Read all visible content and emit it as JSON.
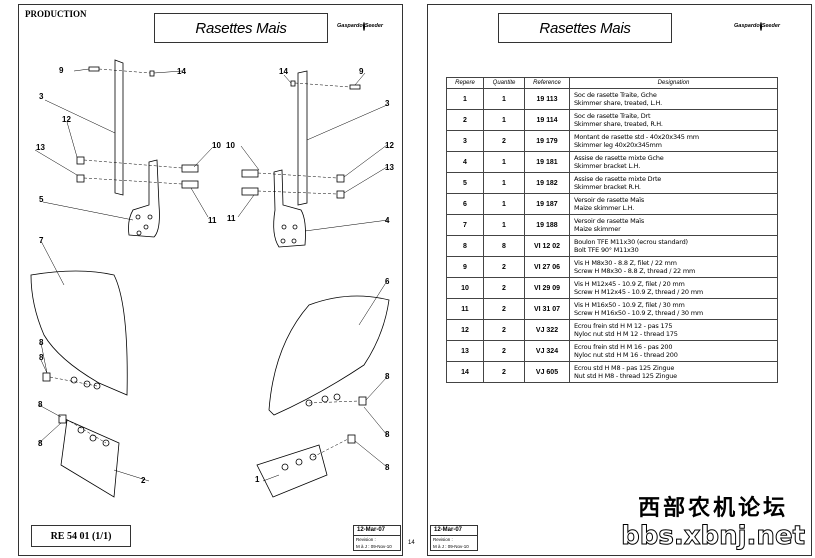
{
  "left": {
    "production": "PRODUCTION",
    "title": "Rasettes Mais",
    "logo_left": "Gaspardo",
    "logo_right": "Seeder",
    "reference": "RE 54 01 (1/1)",
    "date": "12-Mar-07",
    "revision_label": "Revision :",
    "revision_value": "M à J : 09-Nov-10",
    "callouts": [
      "9",
      "14",
      "3",
      "12",
      "13",
      "10",
      "5",
      "11",
      "7",
      "8",
      "8",
      "8",
      "8",
      "2",
      "14",
      "9",
      "3",
      "10",
      "12",
      "13",
      "11",
      "4",
      "6",
      "8",
      "8",
      "8",
      "1"
    ]
  },
  "page_number": "14",
  "right": {
    "title": "Rasettes Mais",
    "logo_left": "Gaspardo",
    "logo_right": "Seeder",
    "date": "12-Mar-07",
    "revision_label": "Revision :",
    "revision_value": "M à J : 09-Nov-10",
    "headers": [
      "Repere",
      "Quantite",
      "Reference",
      "Designation"
    ],
    "rows": [
      {
        "rep": "1",
        "qty": "1",
        "ref": "19 113",
        "d1": "Soc de rasette  Traite, Gche",
        "d2": "Skimmer  share, treated, L.H."
      },
      {
        "rep": "2",
        "qty": "1",
        "ref": "19 114",
        "d1": "Soc de rasette  Traite, Drt",
        "d2": "Skimmer  share, treated, R.H."
      },
      {
        "rep": "3",
        "qty": "2",
        "ref": "19 179",
        "d1": "Montant de rasette std - 40x20x345 mm",
        "d2": "Skimmer leg 40x20x345mm"
      },
      {
        "rep": "4",
        "qty": "1",
        "ref": "19 181",
        "d1": "Assise de rasette mixte Gche",
        "d2": "Skimmer bracket L.H."
      },
      {
        "rep": "5",
        "qty": "1",
        "ref": "19 182",
        "d1": "Assise de rasette mixte Drte",
        "d2": "Skimmer bracket R.H."
      },
      {
        "rep": "6",
        "qty": "1",
        "ref": "19 187",
        "d1": "Versoir de rasette Maïs",
        "d2": "Maize skimmer L.H."
      },
      {
        "rep": "7",
        "qty": "1",
        "ref": "19 188",
        "d1": "Versoir de rasette Maïs",
        "d2": "Maize skimmer"
      },
      {
        "rep": "8",
        "qty": "8",
        "ref": "VI 12 02",
        "d1": "Boulon TFE M11x30  (ecrou standard)",
        "d2": "Bolt TFE 90° M11x30"
      },
      {
        "rep": "9",
        "qty": "2",
        "ref": "VI 27 06",
        "d1": "Vis H  M8x30 - 8.8 Z,  filet / 22 mm",
        "d2": "Screw H  M8x30 - 8.8 Z,  thread / 22 mm"
      },
      {
        "rep": "10",
        "qty": "2",
        "ref": "VI 29 09",
        "d1": "Vis H  M12x45 - 10.9 Z,  filet / 20 mm",
        "d2": "Screw H  M12x45 - 10.9 Z,  thread / 20 mm"
      },
      {
        "rep": "11",
        "qty": "2",
        "ref": "VI 31 07",
        "d1": "Vis H  M16x50 - 10.9 Z,  filet / 30 mm",
        "d2": "Screw H  M16x50 - 10.9 Z,  thread / 30 mm"
      },
      {
        "rep": "12",
        "qty": "2",
        "ref": "VJ 322",
        "d1": "Ecrou frein  std H  M 12 - pas 175",
        "d2": "Nyloc nut  std H  M 12 - thread 175"
      },
      {
        "rep": "13",
        "qty": "2",
        "ref": "VJ 324",
        "d1": "Ecrou frein  std H  M 16 - pas 200",
        "d2": "Nyloc nut  std H  M 16 - thread 200"
      },
      {
        "rep": "14",
        "qty": "2",
        "ref": "VJ 605",
        "d1": "Ecrou  std H  M8 - pas 125 Zingue",
        "d2": "Nut  std H  M8 - thread 125 Zingue"
      }
    ]
  },
  "watermark": {
    "cn": "西部农机论坛",
    "url": "bbs.xbnj.net"
  }
}
